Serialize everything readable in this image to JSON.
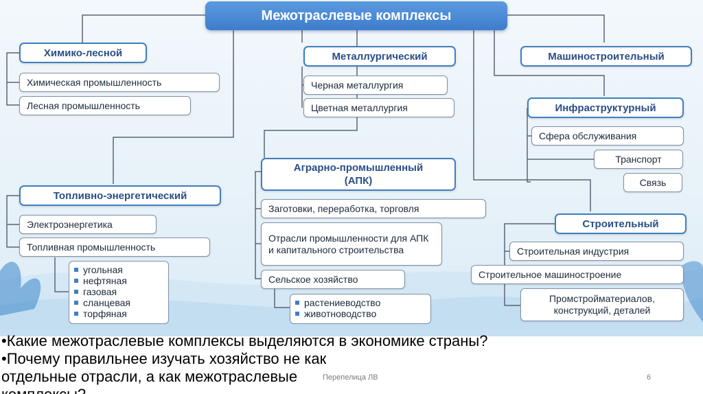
{
  "title": "Межотраслевые комплексы",
  "colors": {
    "accent": "#3f7fbf",
    "title_bg": "#4a8ad6",
    "line": "#5a6575"
  },
  "complexes": {
    "chemical_forest": {
      "title": "Химико-лесной",
      "items": [
        "Химическая промышленность",
        "Лесная промышленность"
      ]
    },
    "metallurgical": {
      "title": "Металлургический",
      "items": [
        "Черная металлургия",
        "Цветная металлургия"
      ]
    },
    "machine_building": {
      "title": "Машиностроительный"
    },
    "infrastructure": {
      "title": "Инфраструктурный",
      "items": [
        "Сфера обслуживания",
        "Транспорт",
        "Связь"
      ]
    },
    "fuel_energy": {
      "title": "Топливно-энергетический",
      "items": [
        "Электроэнергетика",
        "Топливная промышленность"
      ],
      "fuel_types": [
        "угольная",
        "нефтяная",
        "газовая",
        "сланцевая",
        "торфяная"
      ]
    },
    "agro_industrial": {
      "title_line1": "Аграрно-промышленный",
      "title_line2": "(АПК)",
      "items": [
        "Заготовки, переработка, торговля",
        "Отрасли промышленности для АПК и капитального строительства",
        "Сельское хозяйство"
      ],
      "agriculture_types": [
        "растениеводство",
        "животноводство"
      ]
    },
    "construction": {
      "title": "Строительный",
      "items": [
        "Строительная индустрия",
        "Строительное машиностроение",
        "Промстройматериалов, конструкций, деталей"
      ]
    }
  },
  "questions": [
    "•Какие межотраслевые комплексы выделяются в экономике страны?",
    "•Почему правильнее изучать хозяйство не как отдельные отрасли, а как межотраслевые комплексы?"
  ],
  "footer": {
    "author": "Перепелица ЛВ",
    "page": "6"
  }
}
